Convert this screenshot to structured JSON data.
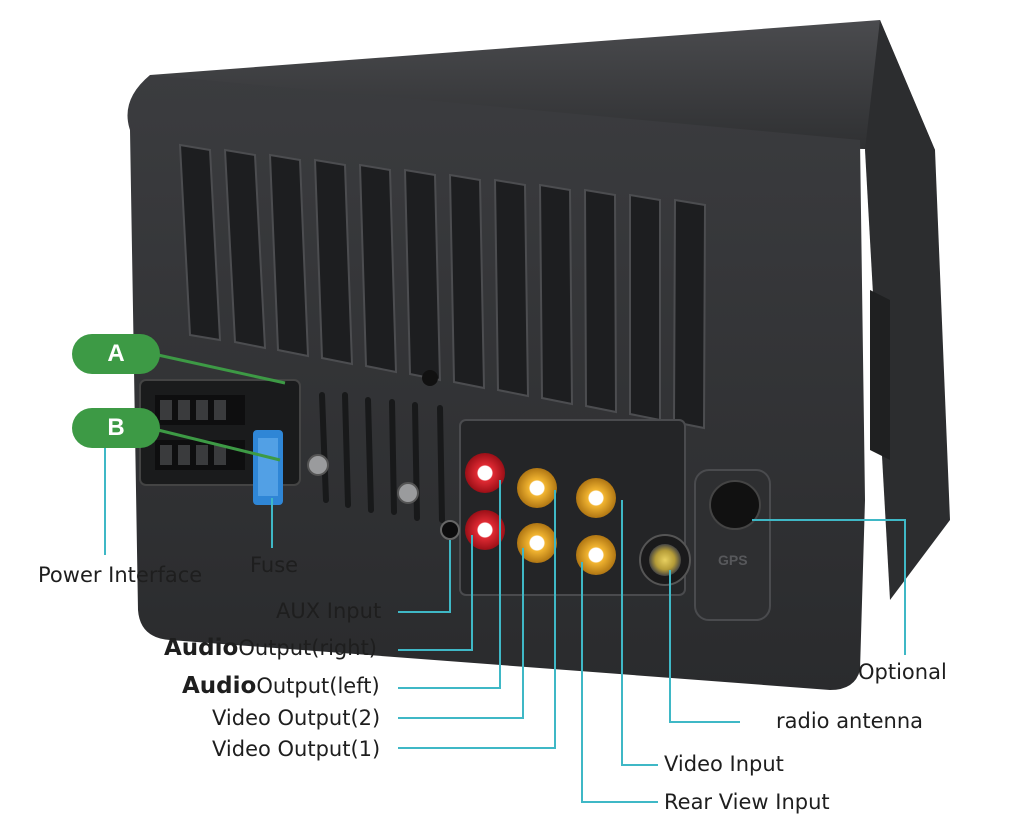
{
  "badges": {
    "a": "A",
    "b": "B"
  },
  "labels": {
    "power_interface": "Power Interface",
    "fuse": "Fuse",
    "aux_input": "AUX Input",
    "audio_right_bold": "Audio",
    "audio_right_rest": "Output(right)",
    "audio_left_bold": "Audio",
    "audio_left_rest": "Output(left)",
    "video_output_2": "Video Output(2)",
    "video_output_1": "Video Output(1)",
    "optional": "Optional",
    "radio_antenna": "radio antenna",
    "video_input": "Video Input",
    "rear_view_input": "Rear View Input"
  },
  "unit_marks": {
    "gps": "GPS"
  },
  "colors": {
    "badge": "#3d9a45",
    "leader": "#3fb8c6",
    "body": "#3a3b3d",
    "rca_red": "#d0202a",
    "rca_yellow": "#e8a92a",
    "fuse": "#2f86d6"
  }
}
